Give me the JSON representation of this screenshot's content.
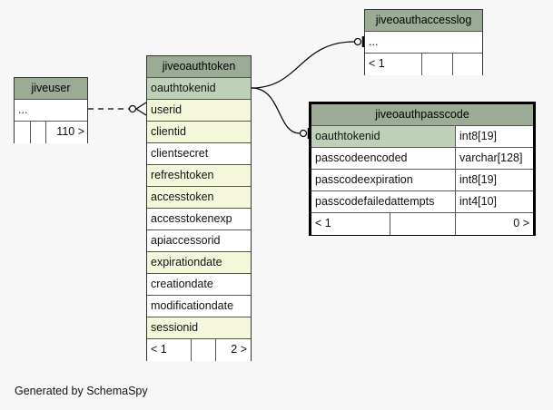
{
  "tables": {
    "jiveuser": {
      "name": "jiveuser",
      "rows": [
        "..."
      ],
      "footer": {
        "parents": "",
        "children": "",
        "rows": "110 >"
      }
    },
    "jiveoauthtoken": {
      "name": "jiveoauthtoken",
      "columns": [
        {
          "name": "oauthtokenid",
          "kind": "pk"
        },
        {
          "name": "userid",
          "kind": "fk"
        },
        {
          "name": "clientid",
          "kind": "fk"
        },
        {
          "name": "clientsecret",
          "kind": "plain"
        },
        {
          "name": "refreshtoken",
          "kind": "fk"
        },
        {
          "name": "accesstoken",
          "kind": "fk"
        },
        {
          "name": "accesstokenexp",
          "kind": "plain"
        },
        {
          "name": "apiaccessorid",
          "kind": "plain"
        },
        {
          "name": "expirationdate",
          "kind": "fk"
        },
        {
          "name": "creationdate",
          "kind": "plain"
        },
        {
          "name": "modificationdate",
          "kind": "plain"
        },
        {
          "name": "sessionid",
          "kind": "fk"
        }
      ],
      "footer": {
        "parents": "< 1",
        "children": "",
        "rows": "2 >"
      }
    },
    "jiveoauthaccesslog": {
      "name": "jiveoauthaccesslog",
      "rows": [
        "..."
      ],
      "footer": {
        "parents": "< 1",
        "children": "",
        "rows": ""
      }
    },
    "jiveoauthpasscode": {
      "name": "jiveoauthpasscode",
      "columns": [
        {
          "name": "oauthtokenid",
          "type": "int8[19]",
          "kind": "pk"
        },
        {
          "name": "passcodeencoded",
          "type": "varchar[128]",
          "kind": "plain"
        },
        {
          "name": "passcodeexpiration",
          "type": "int8[19]",
          "kind": "plain"
        },
        {
          "name": "passcodefailedattempts",
          "type": "int4[10]",
          "kind": "plain"
        }
      ],
      "footer": {
        "parents": "< 1",
        "children": "",
        "rows": "0 >"
      }
    }
  },
  "footer_text": "Generated by SchemaSpy",
  "colors": {
    "header": "#9bab96",
    "primary_key": "#bed1b8",
    "foreign_key": "#f4f7da",
    "background": "#f7f7f7"
  }
}
